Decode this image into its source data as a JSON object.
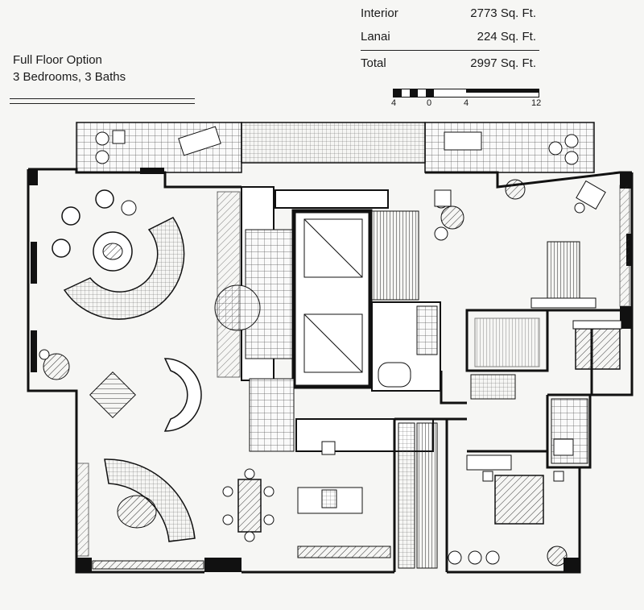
{
  "plan": {
    "option_title": "Full Floor Option",
    "rooms_summary": "3 Bedrooms, 3 Baths"
  },
  "areas": [
    {
      "label": "Interior",
      "value": "2773 Sq. Ft."
    },
    {
      "label": "Lanai",
      "value": "224 Sq. Ft."
    },
    {
      "label": "Total",
      "value": "2997 Sq. Ft."
    }
  ],
  "scale": {
    "labels": [
      "4",
      "0",
      "4",
      "12"
    ]
  },
  "colors": {
    "ink": "#111111",
    "paper": "#f6f6f4",
    "hatch": "#444444"
  }
}
